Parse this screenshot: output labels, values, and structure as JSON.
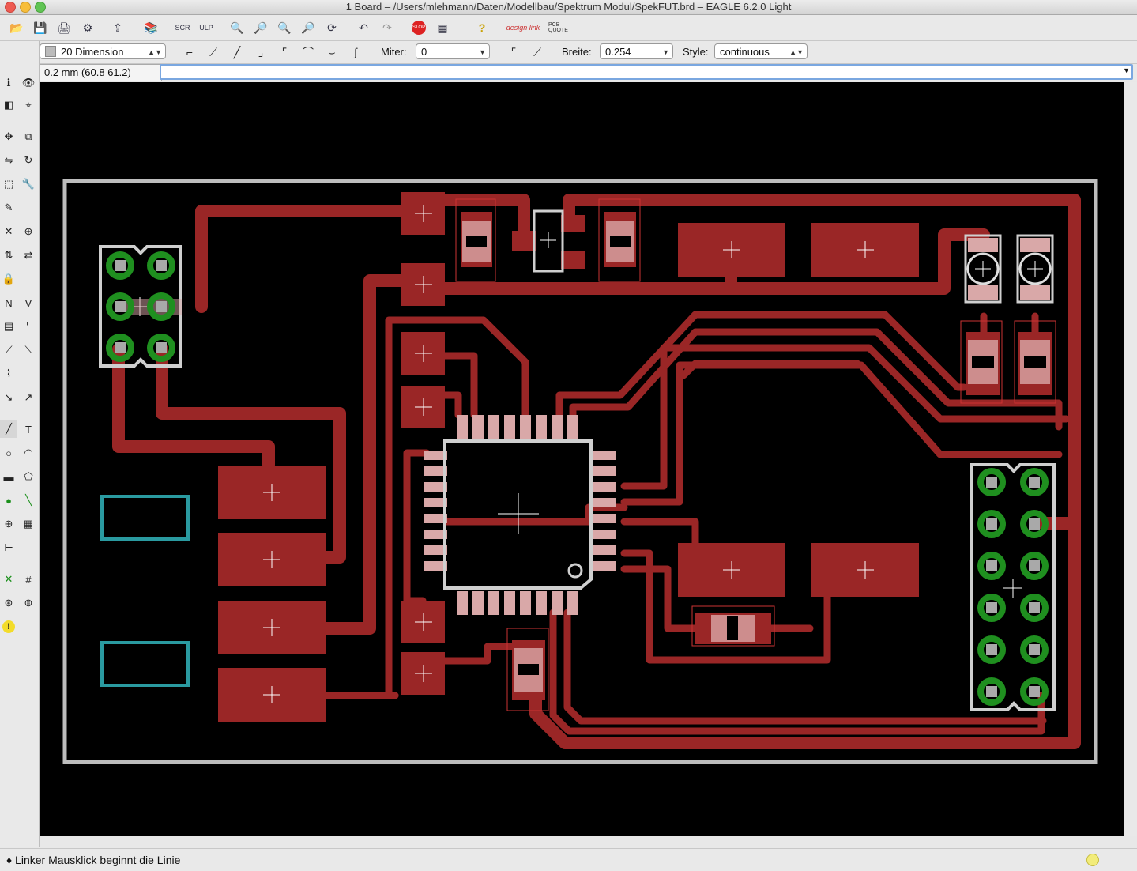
{
  "window": {
    "title": "1 Board – /Users/mlehmann/Daten/Modellbau/Spektrum Modul/SpekFUT.brd – EAGLE 6.2.0 Light"
  },
  "toolbar": {
    "icons": [
      "open-icon",
      "save-icon",
      "print-icon",
      "cam-icon",
      "export-icon",
      "library-icon",
      "script-icon",
      "ulp-icon",
      "zoom-fit-icon",
      "zoom-in-icon",
      "zoom-out-icon",
      "zoom-select-icon",
      "redraw-icon",
      "undo-icon",
      "redo-icon",
      "stop-icon",
      "go-icon",
      "help-icon",
      "designlink-icon",
      "pcb-quote-icon"
    ],
    "designlink_label": "design link",
    "pcbquote_label": "PCB QUOTE"
  },
  "params": {
    "layer_value": "20 Dimension",
    "miter_label": "Miter:",
    "miter_value": "0",
    "width_label": "Breite:",
    "width_value": "0.254",
    "style_label": "Style:",
    "style_value": "continuous"
  },
  "command": {
    "coords": "0.2 mm (60.8 61.2)",
    "value": ""
  },
  "status": {
    "message": "Linker Mausklick beginnt die Linie"
  },
  "colors": {
    "board_bg": "#000000",
    "copper_top": "#9a2626",
    "outline": "#bdbdbd",
    "via": "#1f8f1f",
    "keepout": "#2a9aa0"
  }
}
